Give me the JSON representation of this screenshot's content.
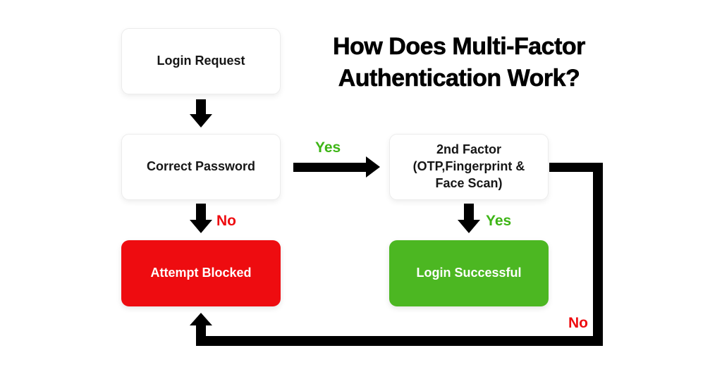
{
  "title": "How Does Multi-Factor\nAuthentication Work?",
  "nodes": {
    "login_request": {
      "label": "Login Request"
    },
    "correct_password": {
      "label": "Correct Password"
    },
    "second_factor": {
      "label": "2nd Factor\n(OTP,Fingerprint &\nFace Scan)"
    },
    "attempt_blocked": {
      "label": "Attempt Blocked"
    },
    "login_successful": {
      "label": "Login Successful"
    }
  },
  "edges": {
    "password_yes_to_factor": {
      "label": "Yes",
      "color": "#3eb516"
    },
    "password_no_to_blocked": {
      "label": "No",
      "color": "#ee0c10"
    },
    "factor_yes_to_successful": {
      "label": "Yes",
      "color": "#3eb516"
    },
    "factor_no_to_blocked": {
      "label": "No",
      "color": "#ee0c10"
    }
  },
  "colors": {
    "background": "#ffffff",
    "arrow": "#000000",
    "title_text": "#000000",
    "node_text_dark": "#161616",
    "node_text_light": "#ffffff",
    "node_border": "#ececec",
    "blocked_red": "#ee0c10",
    "success_green": "#4cb722",
    "label_green": "#3eb516",
    "label_red": "#ee0c10"
  }
}
